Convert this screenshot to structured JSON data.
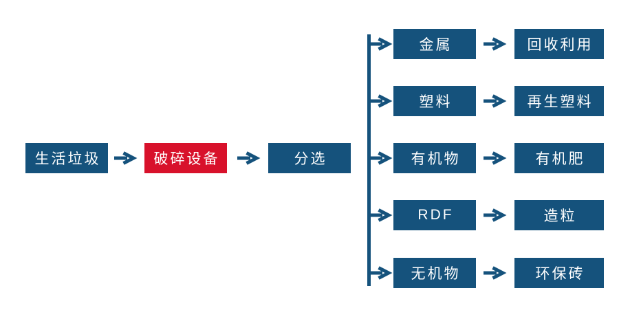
{
  "colors": {
    "box_blue": "#15527c",
    "box_red": "#d8112b",
    "arrow": "#15527c",
    "background": "#ffffff"
  },
  "main_flow": {
    "nodes": [
      {
        "label": "生活垃圾",
        "color": "blue"
      },
      {
        "label": "破碎设备",
        "color": "red"
      },
      {
        "label": "分选",
        "color": "blue"
      }
    ]
  },
  "branches": [
    {
      "source": "金属",
      "result": "回收利用"
    },
    {
      "source": "塑料",
      "result": "再生塑料"
    },
    {
      "source": "有机物",
      "result": "有机肥"
    },
    {
      "source": "RDF",
      "result": "造粒"
    },
    {
      "source": "无机物",
      "result": "环保砖"
    }
  ]
}
